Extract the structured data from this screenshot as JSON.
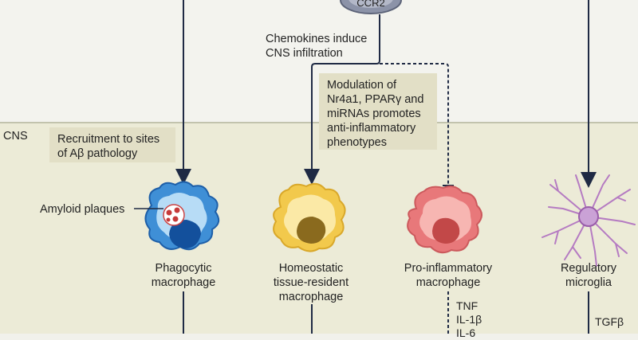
{
  "regions": {
    "cns_label": "CNS"
  },
  "monocyte": {
    "receptor_label": "CCR2"
  },
  "annotations": {
    "chemokines": "Chemokines induce\nCNS infiltration",
    "recruitment": "Recruitment to sites\nof Aβ pathology",
    "modulation": "Modulation of\nNr4a1, PPARγ and\nmiRNAs promotes\nanti-inflammatory\nphenotypes",
    "amyloid": "Amyloid plaques"
  },
  "cells": [
    {
      "id": "phagocytic",
      "label": "Phagocytic\nmacrophage",
      "color": "#3b8fd8"
    },
    {
      "id": "homeostatic",
      "label": "Homeostatic\ntissue-resident\nmacrophage",
      "color": "#f2c94c"
    },
    {
      "id": "proinflammatory",
      "label": "Pro-inflammatory\nmacrophage",
      "color": "#e8787a"
    },
    {
      "id": "regulatory",
      "label": "Regulatory\nmicroglia",
      "color": "#b57bc2"
    }
  ],
  "cytokines": {
    "proinflammatory": "TNF\nIL-1β\nIL-6",
    "regulatory": "TGFβ"
  }
}
